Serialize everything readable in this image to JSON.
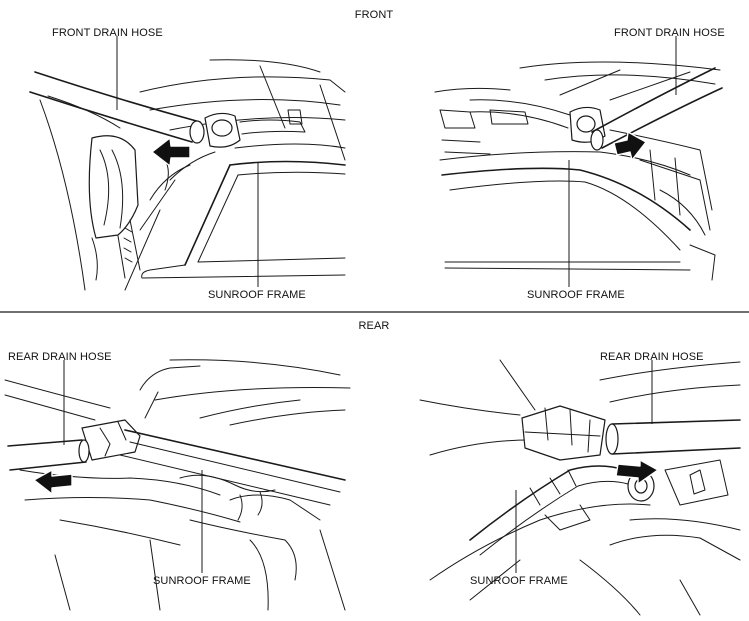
{
  "sections": {
    "front": "FRONT",
    "rear": "REAR"
  },
  "panels": {
    "front_left": {
      "hose": "FRONT DRAIN HOSE",
      "frame": "SUNROOF FRAME"
    },
    "front_right": {
      "hose": "FRONT DRAIN HOSE",
      "frame": "SUNROOF FRAME"
    },
    "rear_left": {
      "hose": "REAR DRAIN HOSE",
      "frame": "SUNROOF FRAME"
    },
    "rear_right": {
      "hose": "REAR DRAIN HOSE",
      "frame": "SUNROOF FRAME"
    }
  },
  "arrows": {
    "front_left": "toward-lower-left",
    "front_right": "toward-upper-right",
    "rear_left": "toward-left",
    "rear_right": "toward-right"
  },
  "colors": {
    "ink": "#1a1a1a",
    "background": "#ffffff",
    "arrow": "#111111"
  }
}
